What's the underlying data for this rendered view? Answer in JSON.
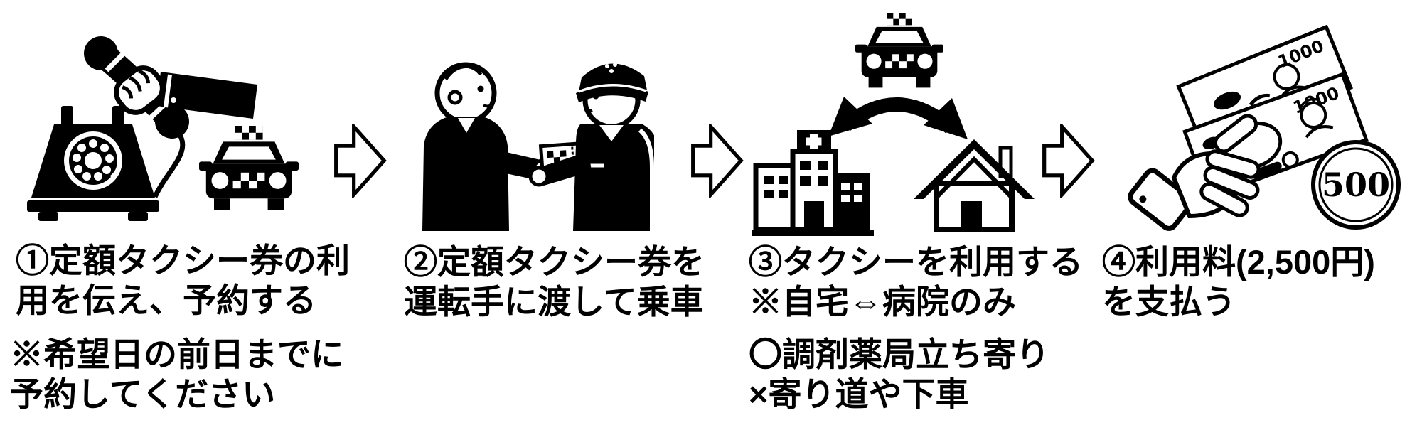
{
  "diagram": {
    "background": "#ffffff",
    "ink": "#000000"
  },
  "steps": [
    {
      "id": 1,
      "illustration": "phone-reservation",
      "lines": [
        "①定額タクシー券の利",
        "用を伝え、予約する"
      ],
      "note_lines": [
        "※希望日の前日までに",
        "予約してください"
      ]
    },
    {
      "id": 2,
      "illustration": "ticket-handover",
      "lines": [
        "②定額タクシー券を",
        "運転手に渡して乗車"
      ],
      "note_lines": []
    },
    {
      "id": 3,
      "illustration": "taxi-route-home-hospital",
      "lines": [
        "③タクシーを利用する",
        "※自宅⇔病院のみ"
      ],
      "note_lines": [
        "〇調剤薬局立ち寄り",
        "×寄り道や下車"
      ]
    },
    {
      "id": 4,
      "illustration": "payment",
      "lines": [
        "④利用料(2,500円)",
        "を支払う"
      ],
      "note_lines": []
    }
  ],
  "icons": {
    "banknote_label": "1000",
    "coin_label": "500"
  }
}
